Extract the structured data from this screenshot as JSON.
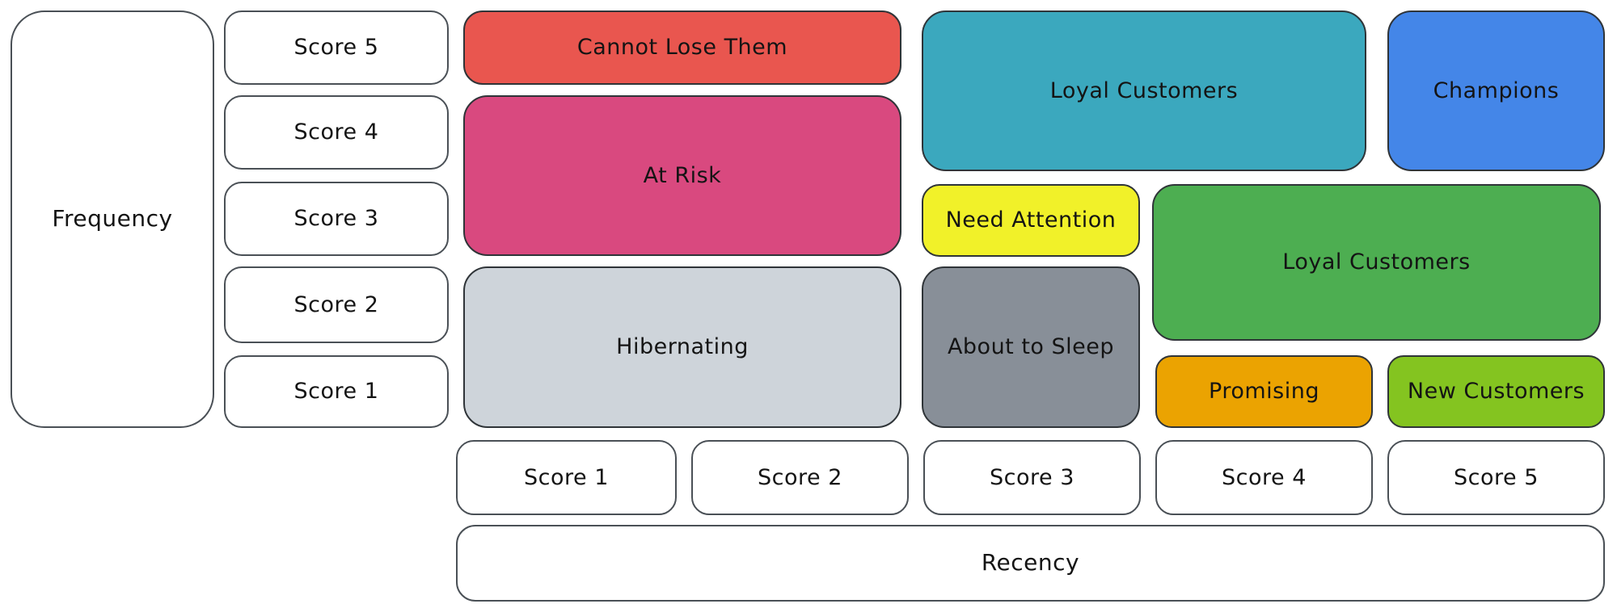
{
  "axes": {
    "frequency": {
      "label": "Frequency",
      "scores": [
        "Score 5",
        "Score 4",
        "Score 3",
        "Score 2",
        "Score 1"
      ]
    },
    "recency": {
      "label": "Recency",
      "scores": [
        "Score 1",
        "Score 2",
        "Score 3",
        "Score 4",
        "Score 5"
      ]
    }
  },
  "colors": {
    "border": "#2F3438",
    "white_box_border": "#4A5056",
    "background": "#FFFFFF"
  },
  "segments": [
    {
      "id": "cannot-lose-them",
      "label": "Cannot Lose Them",
      "color": "#E9564F",
      "recency_scores": [
        1,
        2
      ],
      "frequency_scores": [
        5
      ]
    },
    {
      "id": "at-risk",
      "label": "At Risk",
      "color": "#D9497F",
      "recency_scores": [
        1,
        2
      ],
      "frequency_scores": [
        3,
        4
      ]
    },
    {
      "id": "hibernating",
      "label": "Hibernating",
      "color": "#CED4DA",
      "recency_scores": [
        1,
        2
      ],
      "frequency_scores": [
        1,
        2
      ]
    },
    {
      "id": "loyal-customers-teal",
      "label": "Loyal Customers",
      "color": "#3BA8BE",
      "recency_scores": [
        3,
        4
      ],
      "frequency_scores": [
        4,
        5
      ]
    },
    {
      "id": "champions",
      "label": "Champions",
      "color": "#4486E8",
      "recency_scores": [
        5
      ],
      "frequency_scores": [
        4,
        5
      ]
    },
    {
      "id": "need-attention",
      "label": "Need Attention",
      "color": "#F1F129",
      "recency_scores": [
        3
      ],
      "frequency_scores": [
        3
      ]
    },
    {
      "id": "loyal-customers-green",
      "label": "Loyal Customers",
      "color": "#4DAE51",
      "recency_scores": [
        4,
        5
      ],
      "frequency_scores": [
        2,
        3
      ]
    },
    {
      "id": "about-to-sleep",
      "label": "About to Sleep",
      "color": "#888F98",
      "recency_scores": [
        3
      ],
      "frequency_scores": [
        1,
        2
      ]
    },
    {
      "id": "promising",
      "label": "Promising",
      "color": "#EBA301",
      "recency_scores": [
        4
      ],
      "frequency_scores": [
        1
      ]
    },
    {
      "id": "new-customers",
      "label": "New Customers",
      "color": "#84C420",
      "recency_scores": [
        5
      ],
      "frequency_scores": [
        1
      ]
    }
  ]
}
